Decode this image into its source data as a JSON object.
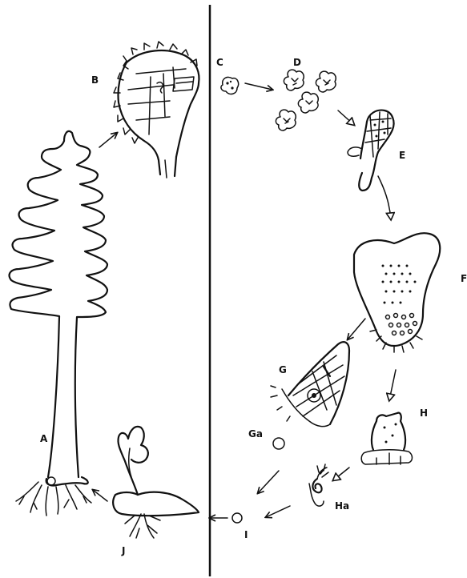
{
  "figure": {
    "labels": {
      "A": "A",
      "B": "B",
      "C": "C",
      "D": "D",
      "E": "E",
      "F": "F",
      "G": "G",
      "Ga": "Ga",
      "H": "H",
      "Ha": "Ha",
      "I": "I",
      "J": "J"
    }
  }
}
